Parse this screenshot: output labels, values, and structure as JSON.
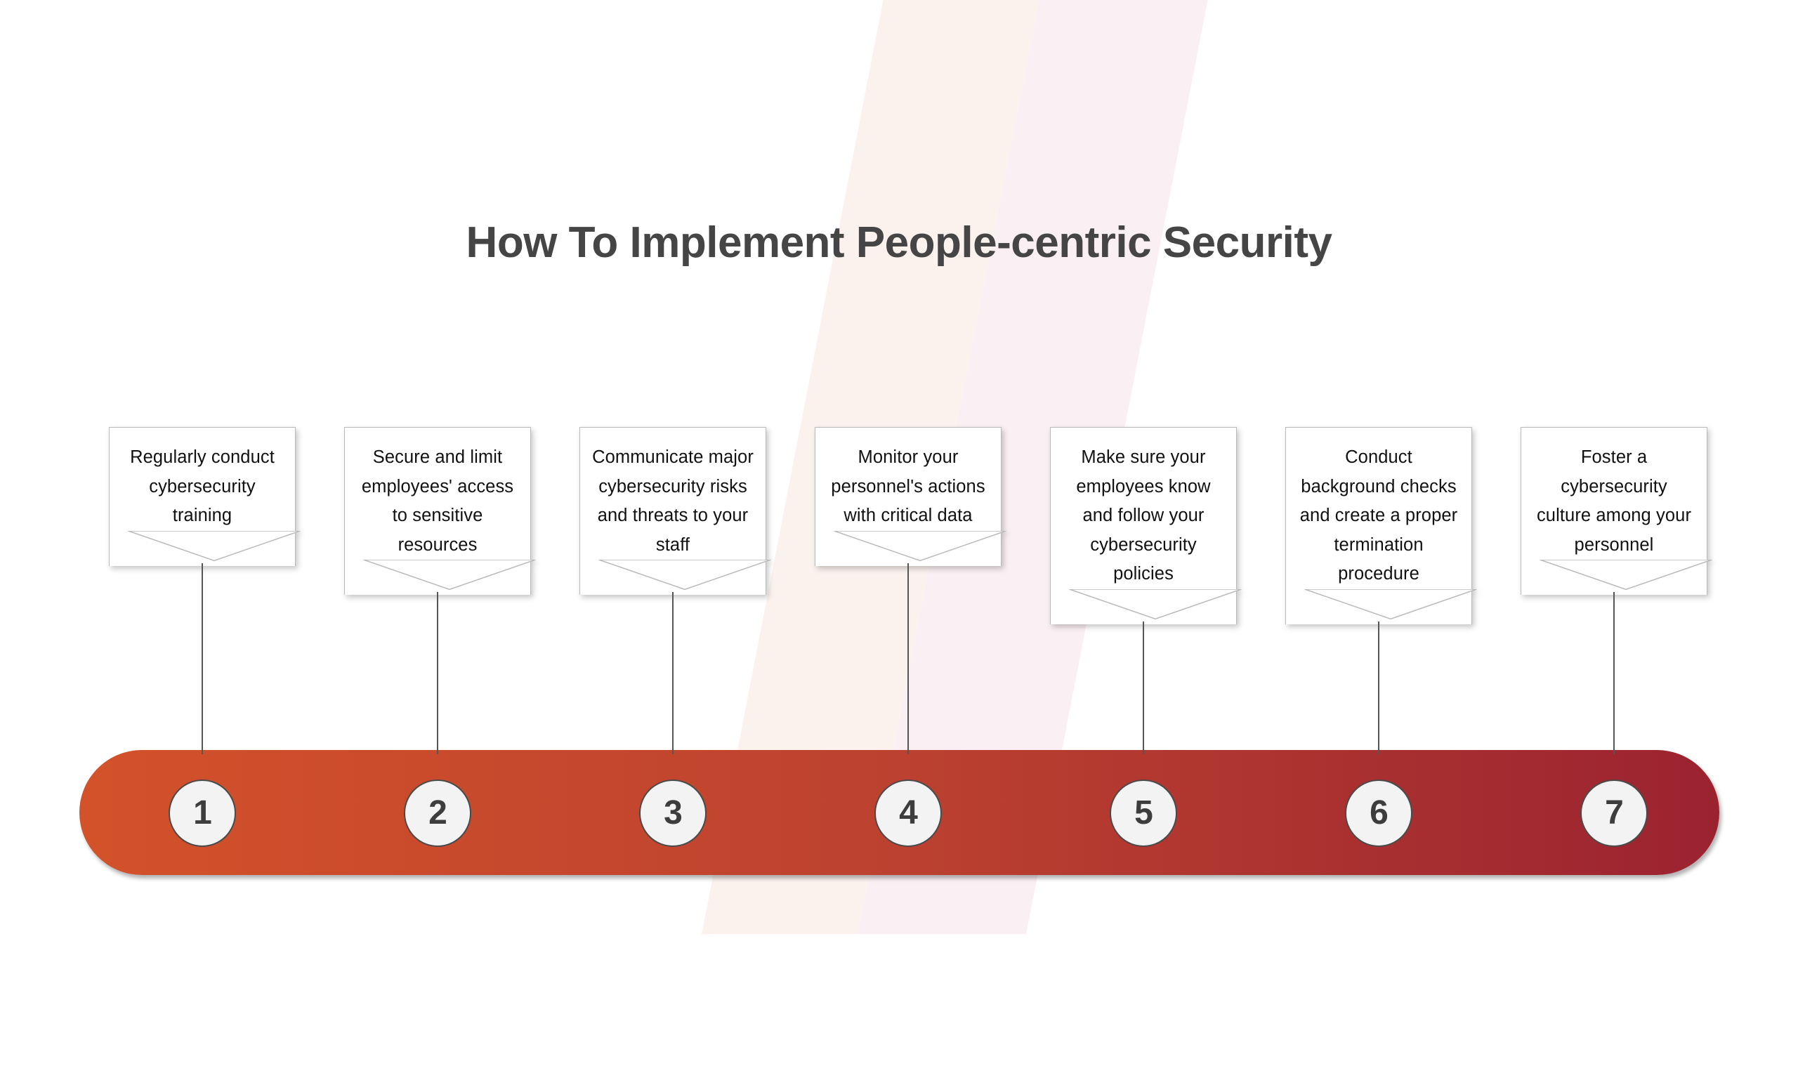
{
  "page": {
    "title": "How To Implement People-centric Security",
    "background_color": "#ffffff",
    "title_color": "#454545"
  },
  "watermark": {
    "left_band_color": "#fbf2ee",
    "right_band_color": "#faeff2"
  },
  "timeline": {
    "bar": {
      "gradient_start_color": "#d3522a",
      "gradient_mid_color": "#bc4130",
      "gradient_end_color": "#9b2330",
      "node_fill_color": "#f3f3f3",
      "node_border_color": "#4a4a4a",
      "node_label_color": "#3d3d3d",
      "connector_color": "#555555"
    },
    "steps": [
      {
        "number": "1",
        "text": "Regularly conduct cybersecurity training"
      },
      {
        "number": "2",
        "text": "Secure and limit employees' access to sensitive resources"
      },
      {
        "number": "3",
        "text": "Communicate major cybersecurity risks and threats to your staff"
      },
      {
        "number": "4",
        "text": "Monitor your personnel's actions with critical data"
      },
      {
        "number": "5",
        "text": "Make sure your employees know and follow your cybersecurity policies"
      },
      {
        "number": "6",
        "text": "Conduct background checks and create a proper termination procedure"
      },
      {
        "number": "7",
        "text": "Foster a cybersecurity culture among your personnel"
      }
    ]
  }
}
